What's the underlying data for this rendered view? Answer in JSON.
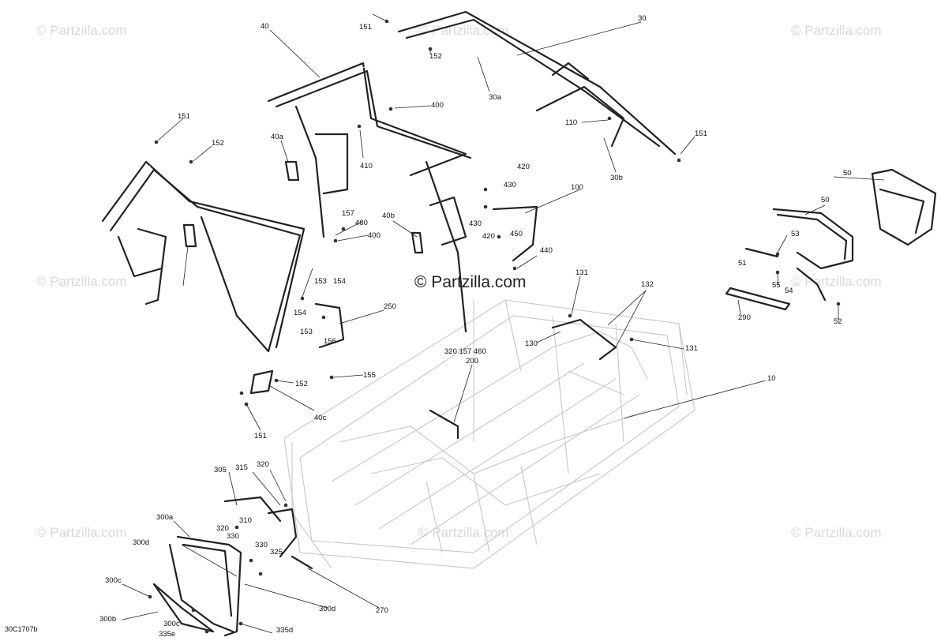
{
  "watermarks": {
    "brand": "© Partzilla.com",
    "center": "© Partzilla.com"
  },
  "diagram_code": "30C1707b",
  "callouts": [
    "30",
    "30a",
    "30b",
    "40",
    "40a",
    "40b",
    "40c",
    "50",
    "50",
    "51",
    "52",
    "53",
    "54",
    "55",
    "100",
    "110",
    "130",
    "131",
    "131",
    "132",
    "151",
    "151",
    "151",
    "151",
    "152",
    "152",
    "152",
    "153",
    "153",
    "154",
    "154",
    "155",
    "156",
    "157",
    "460",
    "400",
    "400",
    "410",
    "420",
    "420",
    "430",
    "430",
    "440",
    "450",
    "250",
    "320 157 460",
    "200",
    "290",
    "10",
    "270",
    "305",
    "315",
    "320",
    "310",
    "320",
    "330",
    "330",
    "325",
    "300a",
    "300d",
    "300c",
    "300b",
    "300c",
    "300d",
    "335d",
    "335e"
  ]
}
